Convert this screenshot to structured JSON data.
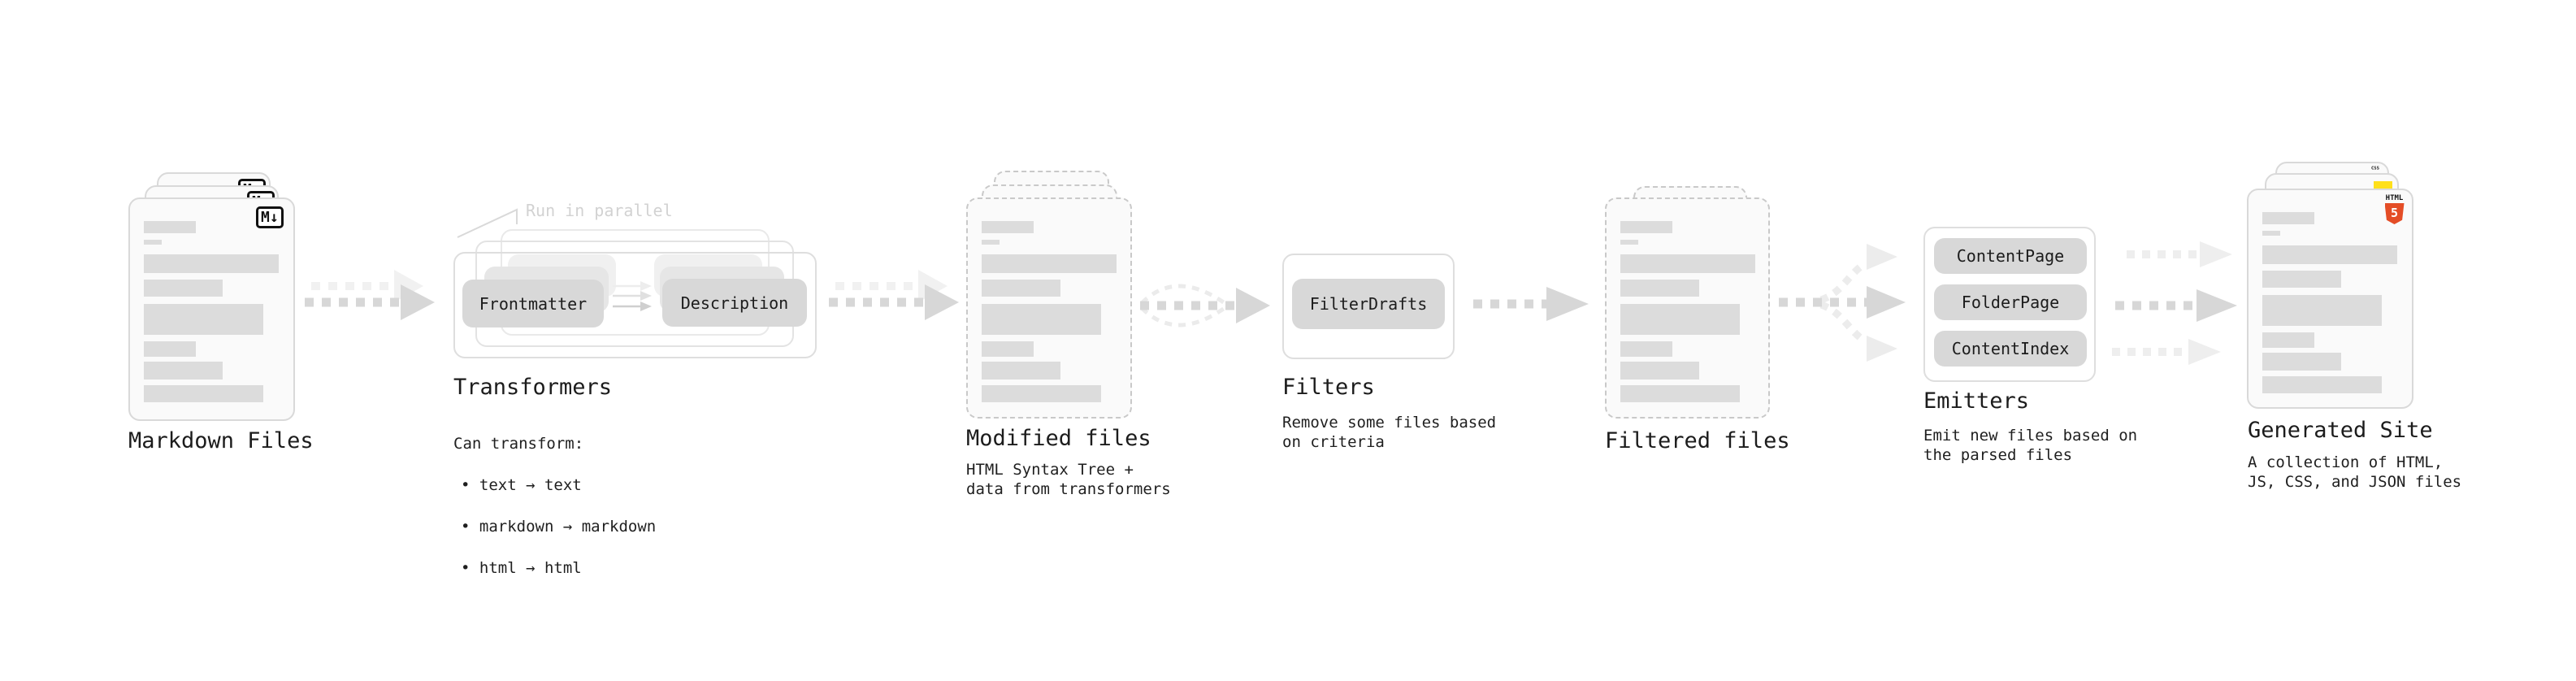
{
  "colors": {
    "html5_orange": "#e44d26",
    "js_yellow": "#ffe01a",
    "css_blue": "#2962f1",
    "text": "#1c1c1c",
    "gray_pill": "#d8d8d8",
    "gray_border": "#d9d9d9",
    "gray_skeleton": "#dcdcdc",
    "gray_arrow": "#d7d7d7",
    "gray_arrow_light": "#eeeeee"
  },
  "nodes": {
    "markdown_files": {
      "title": "Markdown Files",
      "badge": "M↓"
    },
    "transformers": {
      "title": "Transformers",
      "annotation": "Run in parallel",
      "pill_1": "Frontmatter",
      "pill_2": "Description",
      "caption_heading": "Can transform:",
      "bullet_1": "• text → text",
      "bullet_2": "• markdown → markdown",
      "bullet_3": "• html → html"
    },
    "modified_files": {
      "title": "Modified files",
      "caption": "HTML Syntax Tree +\ndata from transformers"
    },
    "filters": {
      "title": "Filters",
      "pill_1": "FilterDrafts",
      "caption": "Remove some files based\non criteria"
    },
    "filtered_files": {
      "title": "Filtered files"
    },
    "emitters": {
      "title": "Emitters",
      "pill_1": "ContentPage",
      "pill_2": "FolderPage",
      "pill_3": "ContentIndex",
      "caption": "Emit new files based on\nthe parsed files"
    },
    "generated_site": {
      "title": "Generated Site",
      "caption": "A collection of HTML,\nJS, CSS, and JSON files",
      "css_badge": "CSS",
      "html_badge_label": "HTML",
      "html_badge_number": "5"
    }
  }
}
